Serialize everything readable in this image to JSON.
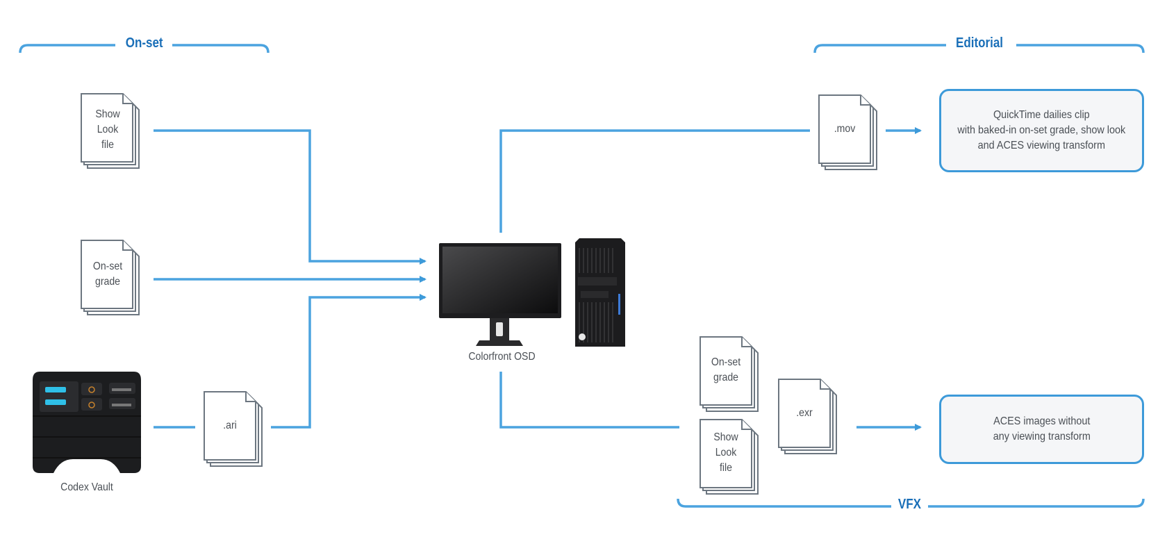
{
  "colors": {
    "accent": "#3d9ad9",
    "title": "#1a6fb8",
    "doc_stroke": "#6c7680",
    "text": "#4a4f55",
    "box_fill": "#f5f6f8"
  },
  "sections": {
    "onset": "On-set",
    "editorial": "Editorial",
    "vfx": "VFX"
  },
  "documents": {
    "show_look_file": [
      "Show",
      "Look",
      "file"
    ],
    "onset_grade": [
      "On-set",
      "grade"
    ],
    "ari": ".ari",
    "mov": ".mov",
    "exr": ".exr",
    "vfx_onset_grade": [
      "On-set",
      "grade"
    ],
    "vfx_show_look_file": [
      "Show",
      "Look",
      "file"
    ]
  },
  "devices": {
    "codex_vault": "Codex Vault",
    "colorfront": "Colorfront OSD"
  },
  "outputs": {
    "editorial": [
      "QuickTime dailies clip",
      "with baked-in on-set grade, show look",
      "and ACES viewing transform"
    ],
    "vfx": [
      "ACES images without",
      "any viewing transform"
    ]
  }
}
